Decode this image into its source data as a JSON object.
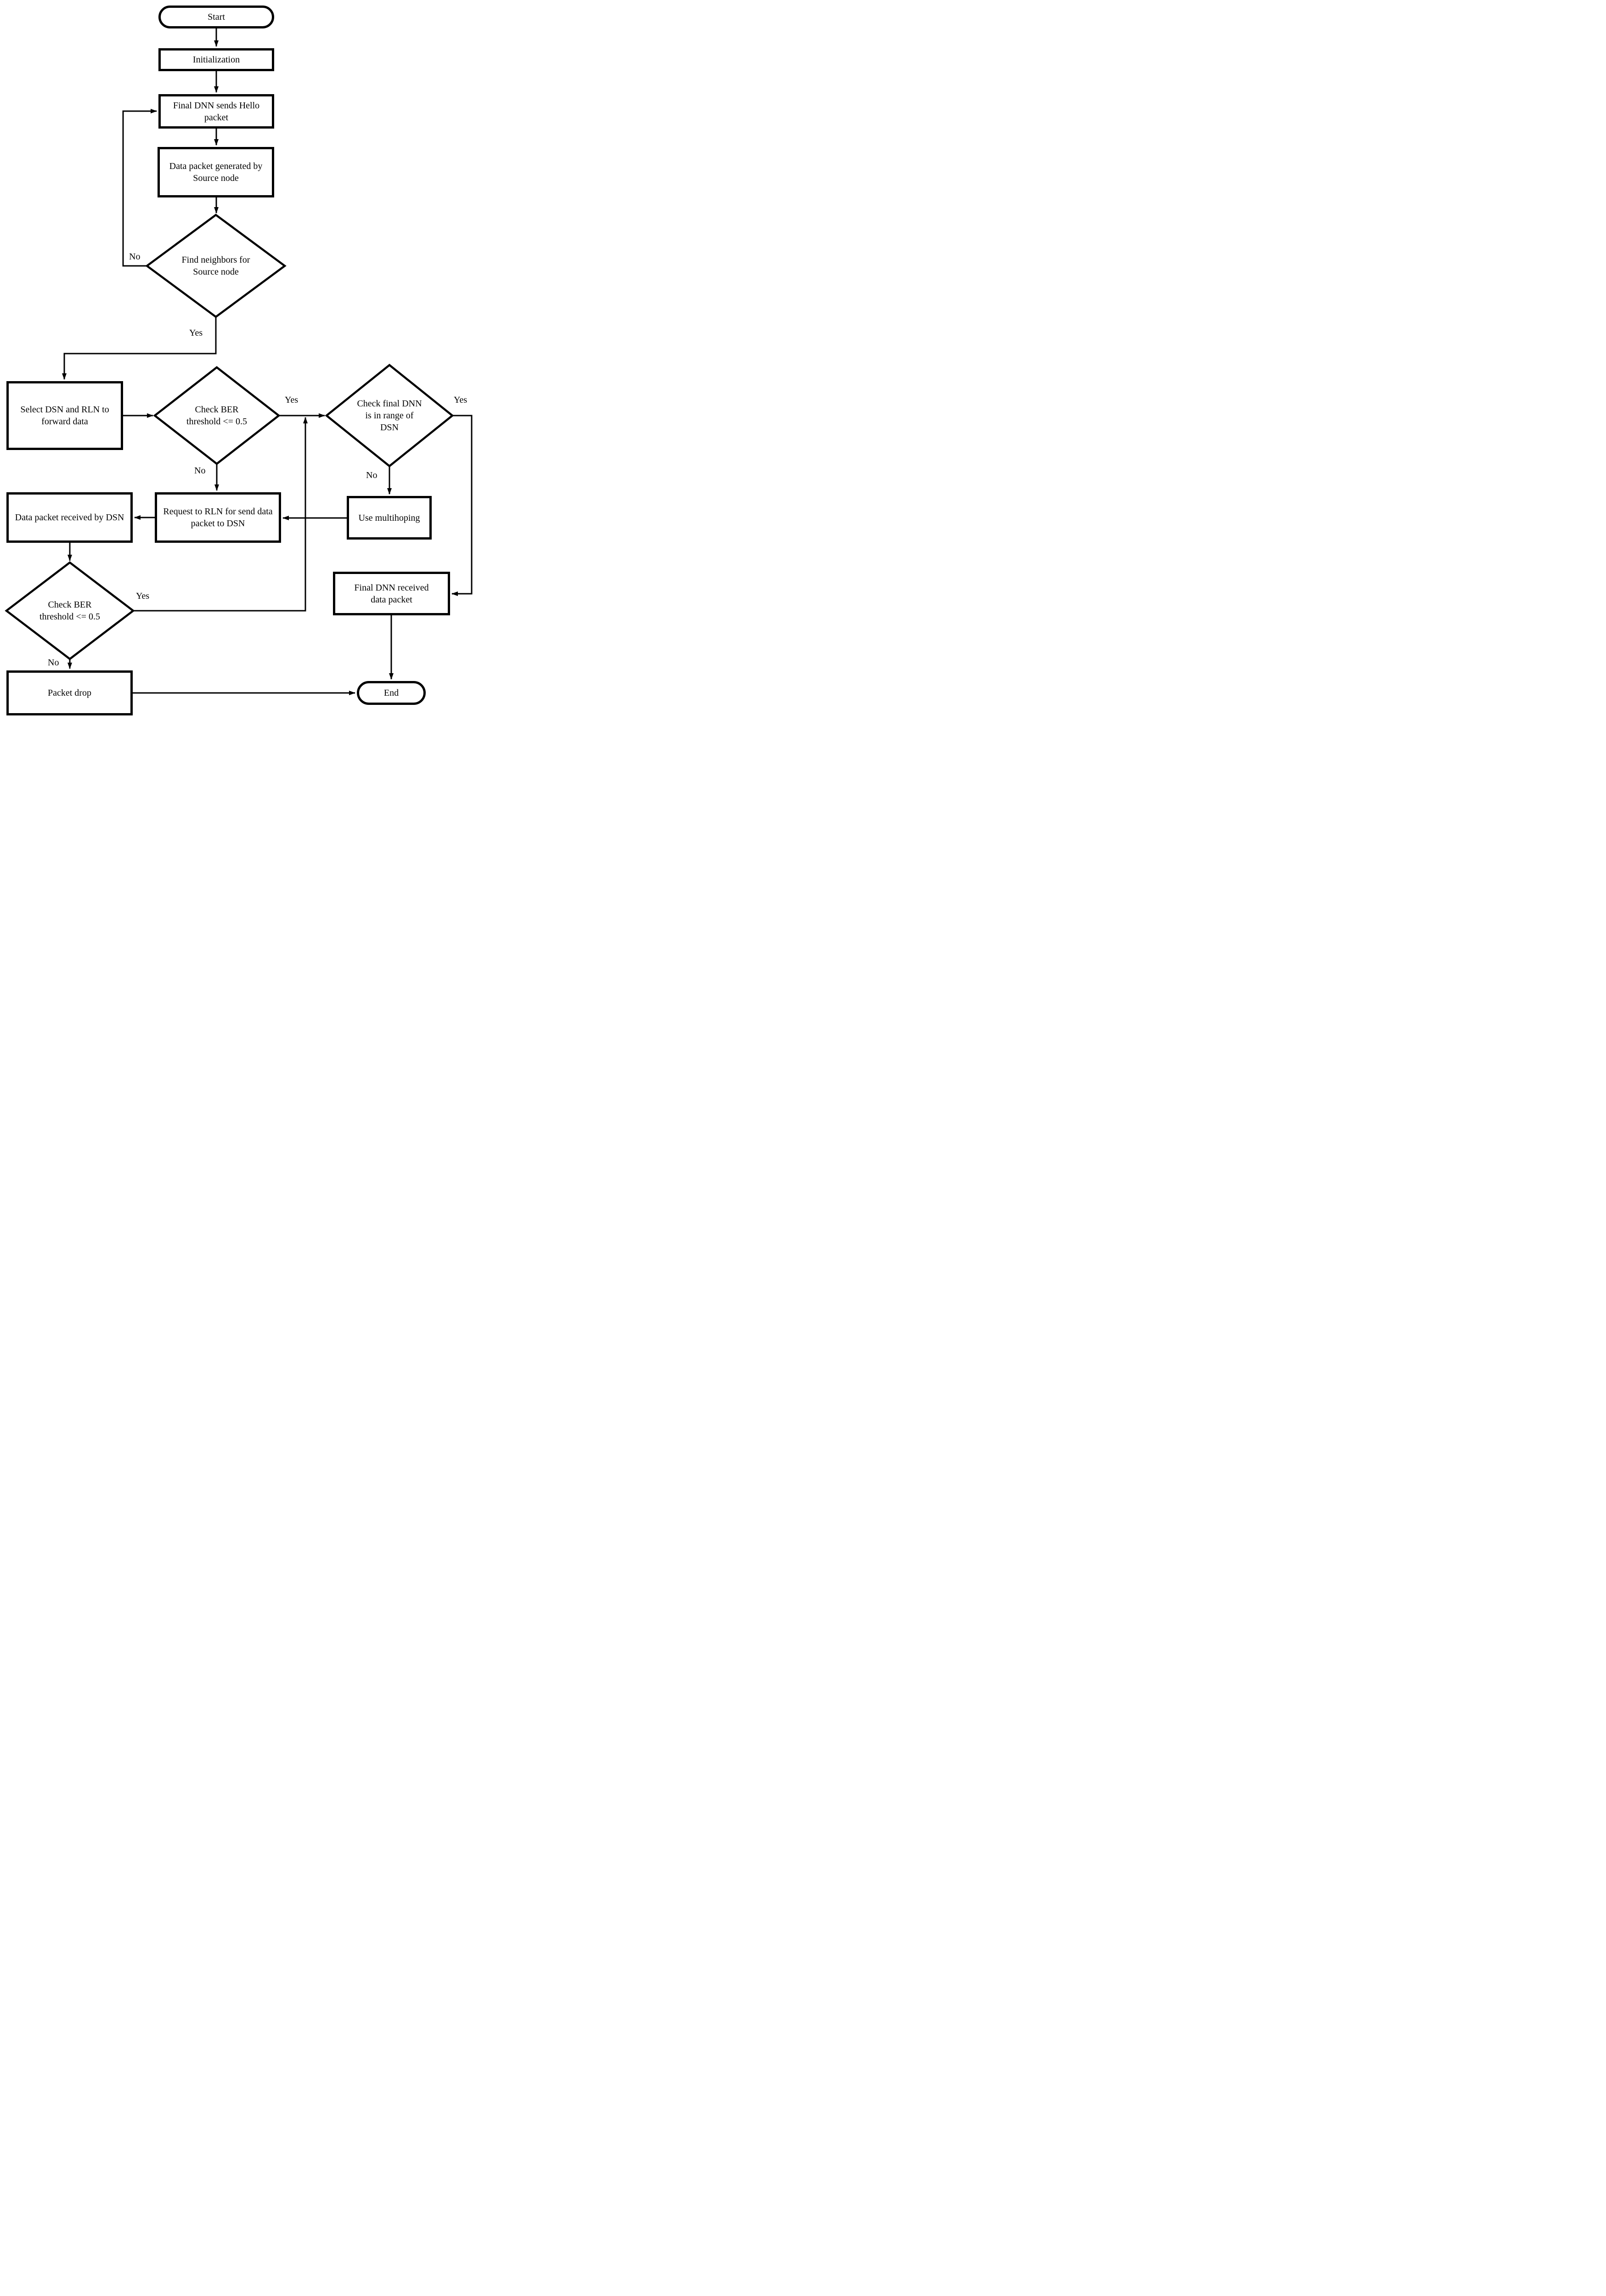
{
  "diagram": {
    "background_color": "#ffffff",
    "stroke_color": "#000000",
    "nodes": {
      "start": {
        "label": "Start",
        "type": "terminator"
      },
      "initialization": {
        "label": "Initialization",
        "type": "process"
      },
      "send_hello": {
        "label": "Final DNN sends Hello packet",
        "type": "process"
      },
      "data_generated": {
        "label": "Data packet generated by Source node",
        "type": "process"
      },
      "find_neighbors": {
        "label": "Find neighbors for Source node",
        "type": "decision"
      },
      "select_dsn_rln": {
        "label": "Select DSN and RLN to forward data",
        "type": "process"
      },
      "check_ber_1": {
        "label": "Check BER threshold <= 0.5",
        "type": "decision"
      },
      "check_final_dnn": {
        "label": "Check final DNN is in range of DSN",
        "type": "decision"
      },
      "use_multihoping": {
        "label": "Use multihoping",
        "type": "process"
      },
      "request_rln": {
        "label": "Request to RLN for send data packet to DSN",
        "type": "process"
      },
      "data_received": {
        "label": "Data packet received by DSN",
        "type": "process"
      },
      "check_ber_2": {
        "label": "Check BER threshold <= 0.5",
        "type": "decision"
      },
      "packet_drop": {
        "label": "Packet drop",
        "type": "process"
      },
      "final_received": {
        "label": "Final DNN received data packet",
        "type": "process"
      },
      "end": {
        "label": "End",
        "type": "terminator"
      }
    },
    "edge_labels": {
      "find_neighbors_no": "No",
      "find_neighbors_yes": "Yes",
      "check_ber_1_yes": "Yes",
      "check_ber_1_no": "No",
      "check_final_dnn_yes": "Yes",
      "check_final_dnn_no": "No",
      "check_ber_2_yes": "Yes",
      "check_ber_2_no": "No"
    }
  }
}
